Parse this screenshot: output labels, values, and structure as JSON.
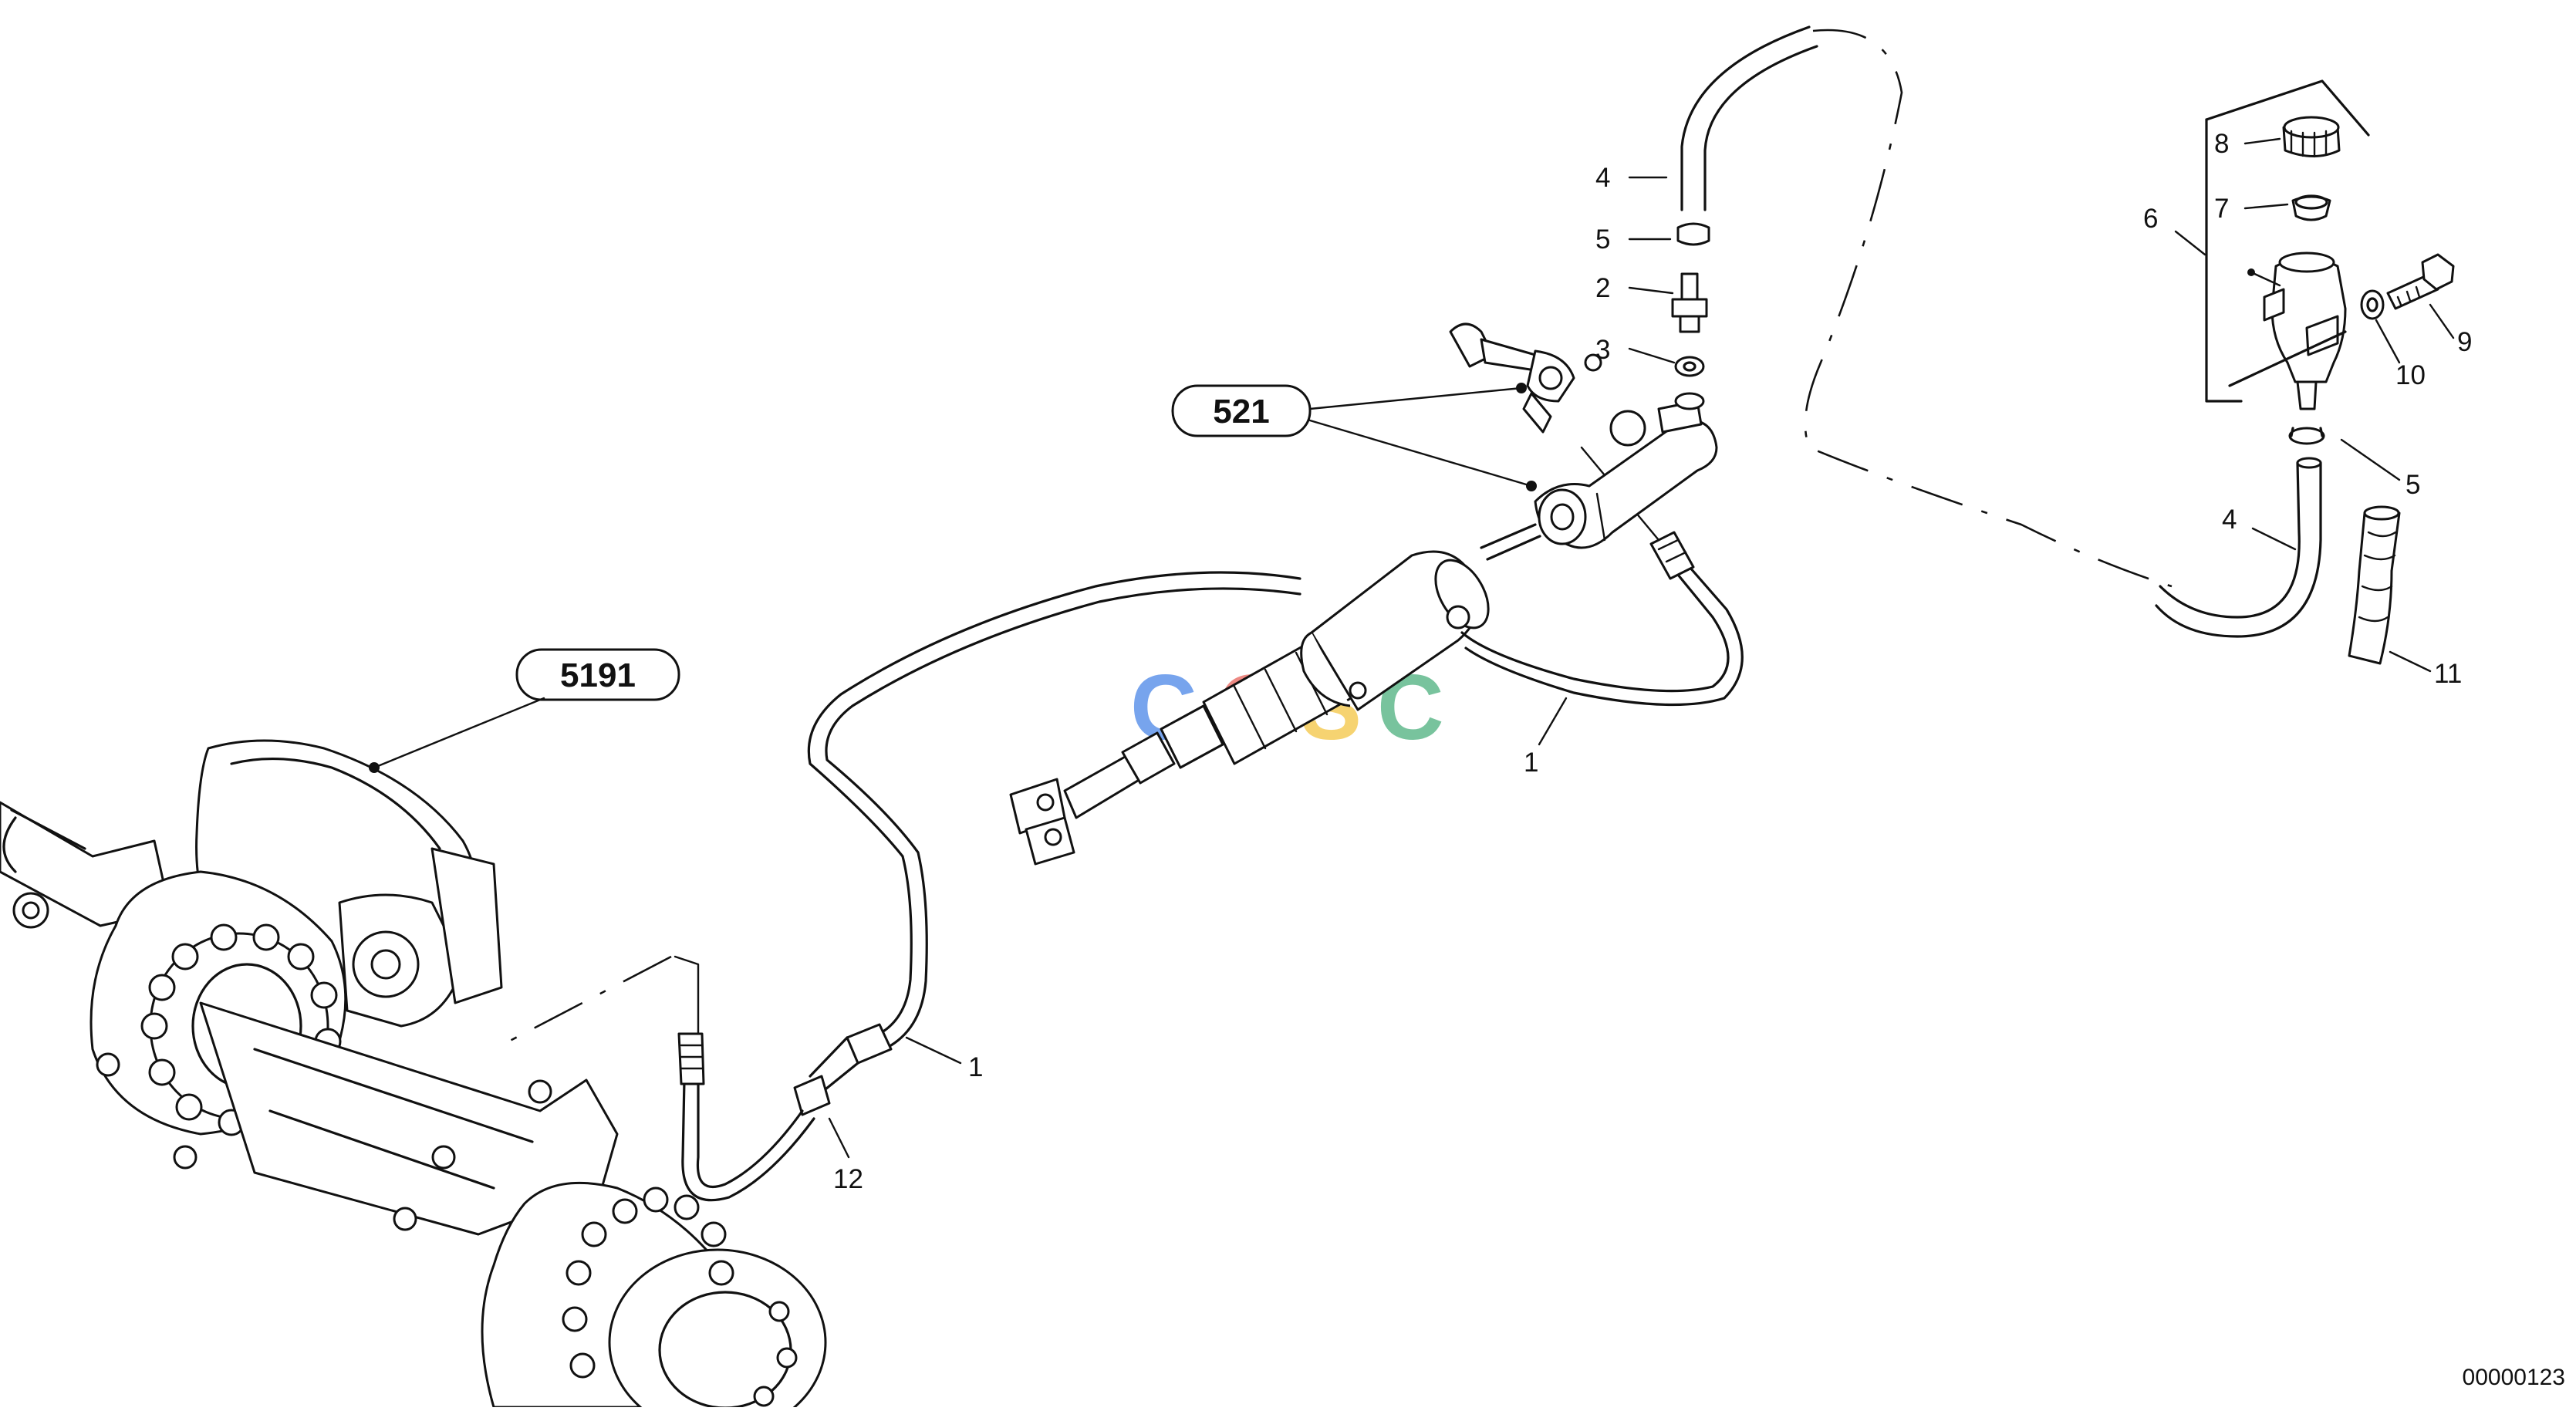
{
  "part_refs": [
    {
      "id": "ref-521",
      "text": "521"
    },
    {
      "id": "ref-5191",
      "text": "5191"
    }
  ],
  "callouts": [
    {
      "id": "c1a",
      "text": "1"
    },
    {
      "id": "c1b",
      "text": "1"
    },
    {
      "id": "c2",
      "text": "2"
    },
    {
      "id": "c3",
      "text": "3"
    },
    {
      "id": "c4a",
      "text": "4"
    },
    {
      "id": "c4b",
      "text": "4"
    },
    {
      "id": "c5a",
      "text": "5"
    },
    {
      "id": "c5b",
      "text": "5"
    },
    {
      "id": "c6",
      "text": "6"
    },
    {
      "id": "c7",
      "text": "7"
    },
    {
      "id": "c8",
      "text": "8"
    },
    {
      "id": "c9",
      "text": "9"
    },
    {
      "id": "c10",
      "text": "10"
    },
    {
      "id": "c11",
      "text": "11"
    },
    {
      "id": "c12",
      "text": "12"
    }
  ],
  "watermark": {
    "letters": [
      "C",
      "G",
      "S",
      "C"
    ],
    "colors": [
      "#4a86e8",
      "#e8625a",
      "#f4c542",
      "#4caf7d"
    ]
  },
  "drawing_number": "00000123"
}
